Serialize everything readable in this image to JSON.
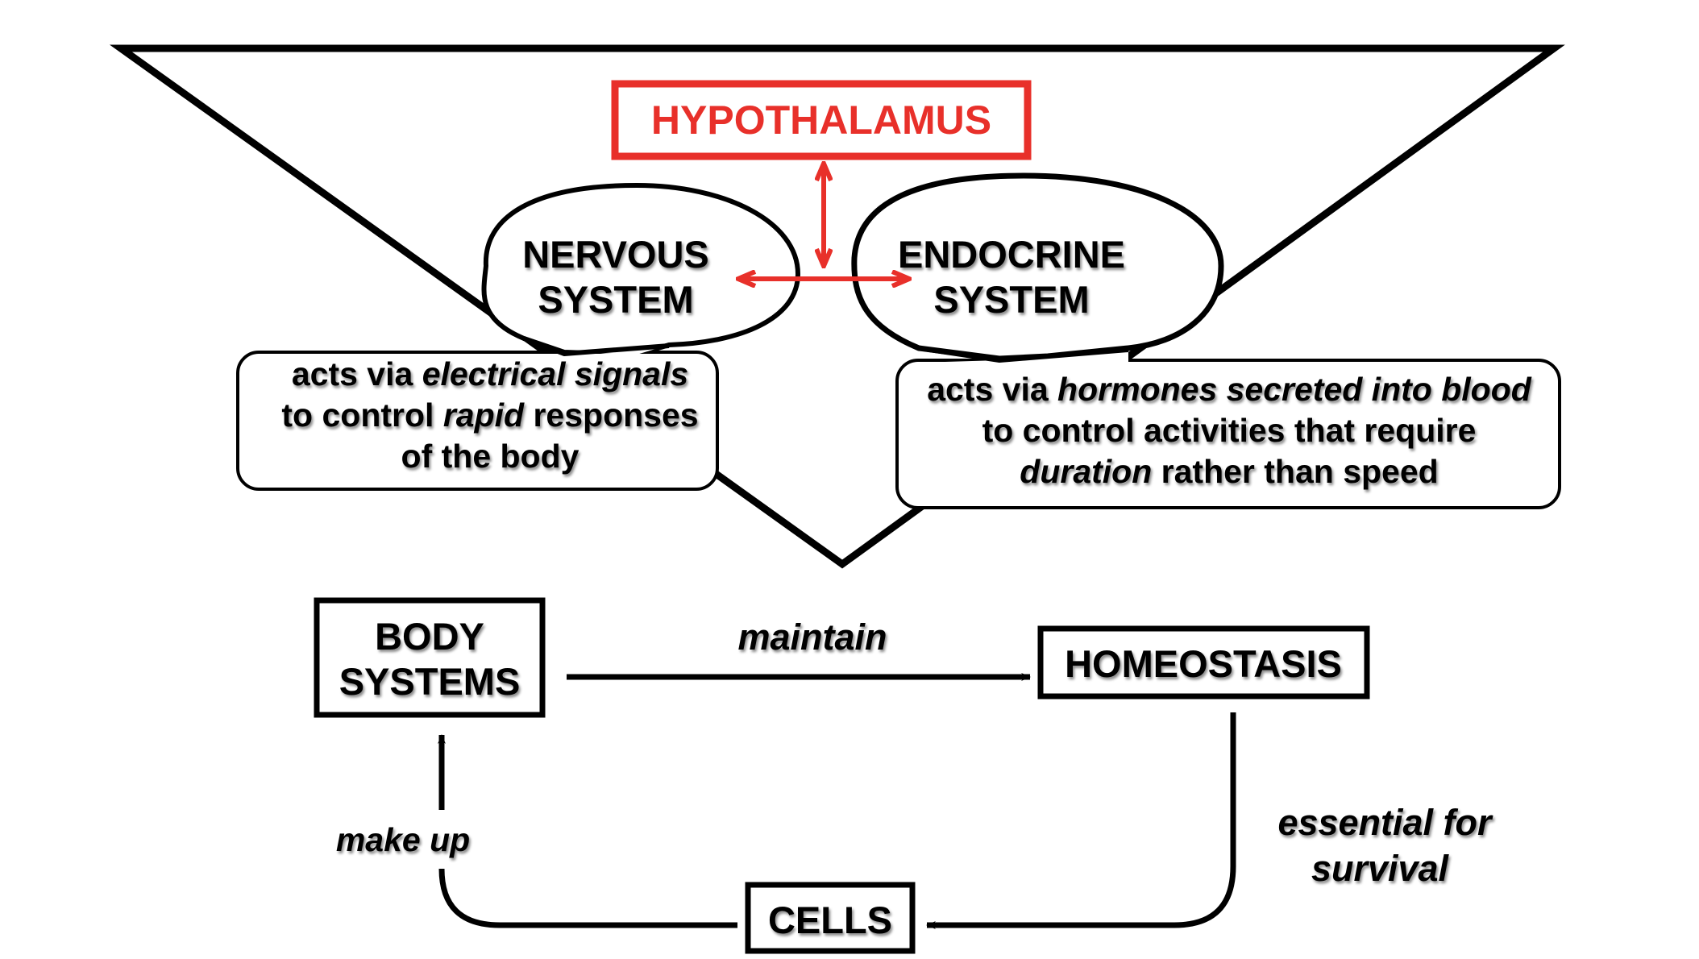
{
  "colors": {
    "accent": "#e8302a",
    "ink": "#000000",
    "background": "#ffffff"
  },
  "hypothalamus": {
    "label": "HYPOTHALAMUS"
  },
  "nervous": {
    "title_line1": "NERVOUS",
    "title_line2": "SYSTEM",
    "callout": {
      "line1_plain": "acts via ",
      "line1_italic": "electrical signals",
      "line2_plain_a": "to control ",
      "line2_italic": "rapid",
      "line2_plain_b": " responses",
      "line3": "of the body"
    }
  },
  "endocrine": {
    "title_line1": "ENDOCRINE",
    "title_line2": "SYSTEM",
    "callout": {
      "line1_plain": "acts via ",
      "line1_italic": "hormones secreted into blood",
      "line2": "to control activities that require",
      "line3_italic": "duration",
      "line3_plain": " rather than speed"
    }
  },
  "cycle": {
    "body_systems_line1": "BODY",
    "body_systems_line2": "SYSTEMS",
    "homeostasis": "HOMEOSTASIS",
    "cells": "CELLS",
    "maintain": "maintain",
    "essential_line1": "essential for",
    "essential_line2": "survival",
    "make_up": "make up"
  }
}
